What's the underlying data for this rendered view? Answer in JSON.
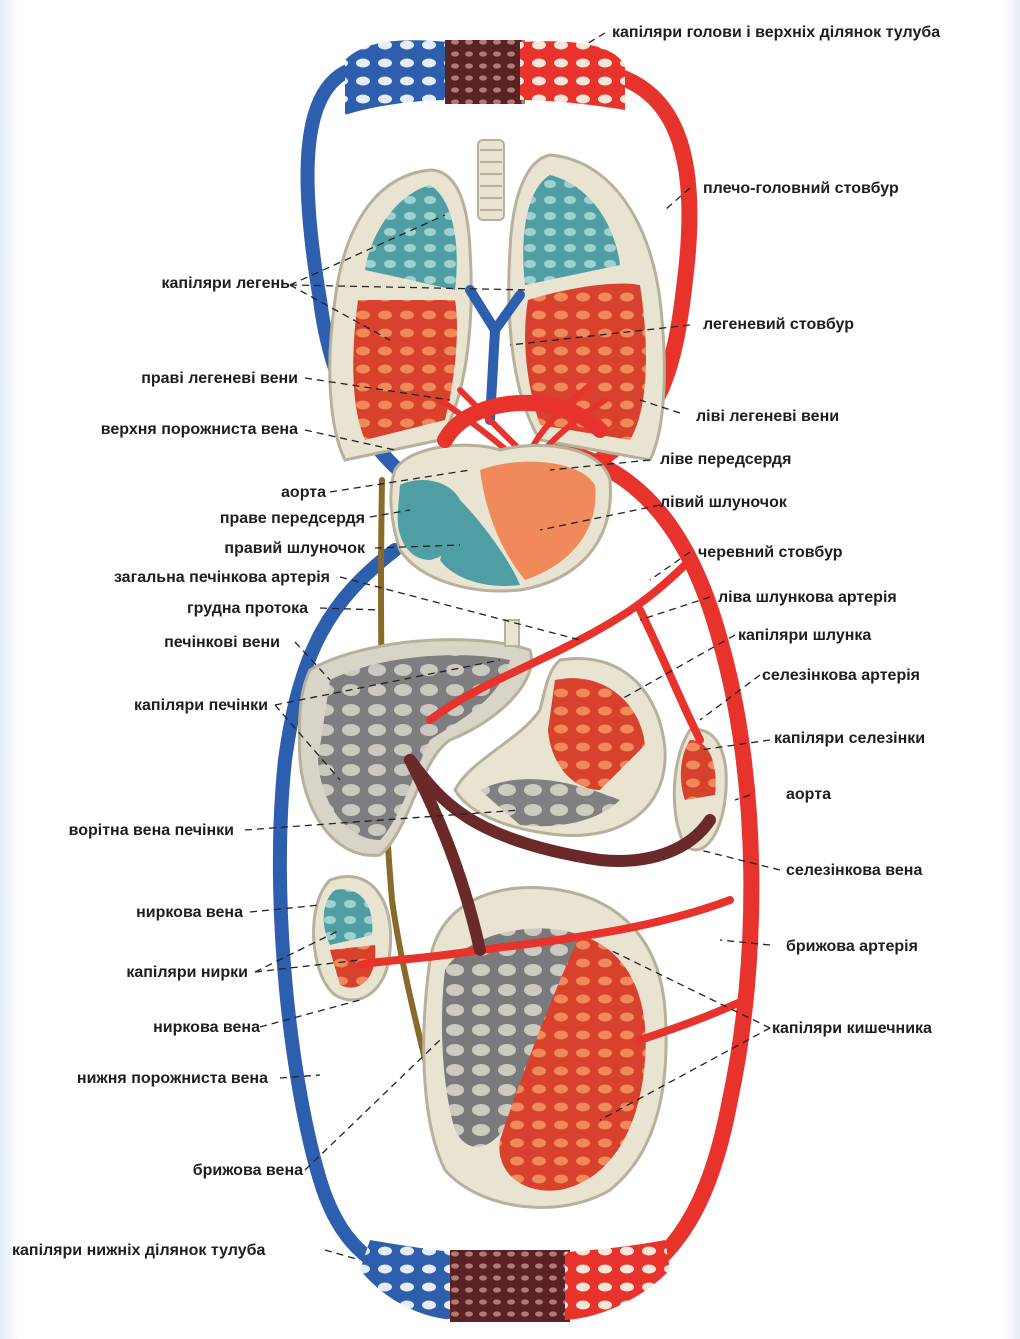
{
  "labels": {
    "head_capillaries": "капіляри голови і верхніх ділянок тулуба",
    "brachiocephalic_trunk": "плечо-головний стовбур",
    "lung_capillaries": "капіляри легень",
    "pulmonary_trunk": "легеневий стовбур",
    "right_pulmonary_veins": "праві легеневі вени",
    "left_pulmonary_veins": "ліві легеневі вени",
    "superior_vena_cava": "верхня порожниста вена",
    "left_atrium": "ліве передсердя",
    "aorta_top": "аорта",
    "left_ventricle": "лівий шлуночок",
    "right_atrium": "праве передсердя",
    "right_ventricle": "правий шлуночок",
    "celiac_trunk": "черевний стовбур",
    "common_hepatic_artery": "загальна печінкова артерія",
    "left_gastric_artery": "ліва шлункова артерія",
    "thoracic_duct": "грудна протока",
    "stomach_capillaries": "капіляри шлунка",
    "hepatic_veins": "печінкові вени",
    "splenic_artery": "селезінкова артерія",
    "liver_capillaries": "капіляри печінки",
    "spleen_capillaries": "капіляри селезінки",
    "aorta_bottom": "аорта",
    "portal_vein": "ворітна вена печінки",
    "splenic_vein": "селезінкова вена",
    "renal_vein_1": "ниркова вена",
    "mesenteric_artery": "брижова артерія",
    "kidney_capillaries": "капіляри нирки",
    "intestine_capillaries": "капіляри кишечника",
    "renal_vein_2": "ниркова вена",
    "inferior_vena_cava": "нижня порожниста вена",
    "mesenteric_vein": "брижова вена",
    "lower_body_capillaries": "капіляри нижніх ділянок тулуба"
  },
  "colors": {
    "arterial": "#e8332d",
    "venous": "#2e5fae",
    "mixed_capillary": "#6b2a2a",
    "lung_venous": "#5aa9ad",
    "organ_fill": "#e9e4d2",
    "organ_grey": "#9a9a9a",
    "lymph": "#8a6a2a",
    "label_text": "#1e1e1e"
  }
}
